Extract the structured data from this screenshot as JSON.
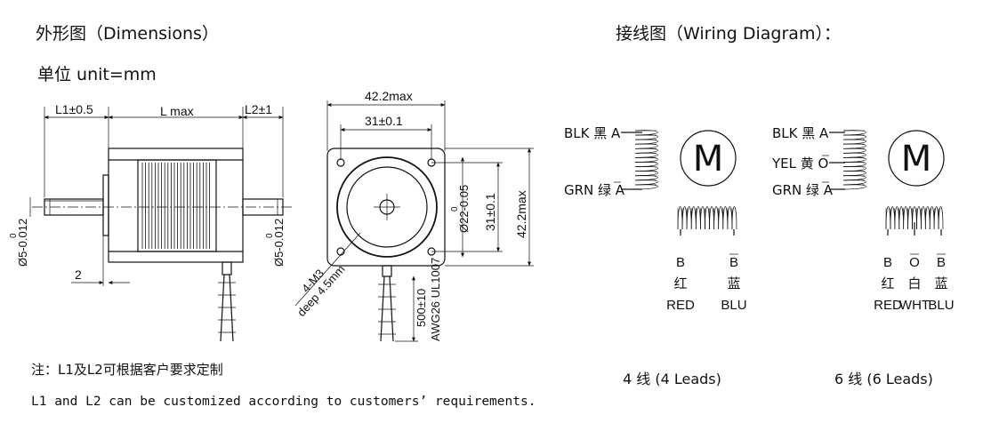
{
  "titles": {
    "dimensions": "外形图（Dimensions）",
    "unit": "单位 unit=mm",
    "wiring": "接线图（Wiring Diagram）："
  },
  "side_view": {
    "l1": "L1±0.5",
    "l": "L max",
    "l2": "L2±1",
    "shaft_left": "Ø5-0.012",
    "shaft_right": "Ø5-0.012",
    "tol_zero": "0",
    "boss": "2"
  },
  "front_view": {
    "width": "42.2max",
    "hole_pitch_h": "31±0.1",
    "hole_pitch_v": "31±0.1",
    "height": "42.2max",
    "boss_dia": "Ø22-0.05",
    "boss_tol_zero": "0",
    "thread": "4-M3",
    "thread_depth": "deep 4.5mm",
    "lead_length": "500±10",
    "lead_spec": "AWG26 UL1007"
  },
  "notes": {
    "cn": "注：L1及L2可根据客户要求定制",
    "en": "L1 and L2 can be customized according to customers’ requirements."
  },
  "wiring_4": {
    "wire_a": "BLK 黑 A",
    "wire_a_bar": "GRN 绿 A",
    "motor_label": "M",
    "b": "B",
    "b_bar": "B",
    "b_cn": "红",
    "b_bar_cn": "蓝",
    "b_en": "RED",
    "b_bar_en": "BLU",
    "caption": "4 线 (4 Leads)"
  },
  "wiring_6": {
    "wire_a": "BLK 黑 A",
    "wire_o": "YEL 黄 O",
    "wire_a_bar": "GRN 绿 A",
    "motor_label": "M",
    "b": "B",
    "o": "O",
    "b_bar": "B",
    "b_cn": "红",
    "o_cn": "白",
    "b_bar_cn": "蓝",
    "b_en": "RED",
    "o_en": "WHT",
    "b_bar_en": "BLU",
    "caption": "6 线 (6 Leads)"
  }
}
